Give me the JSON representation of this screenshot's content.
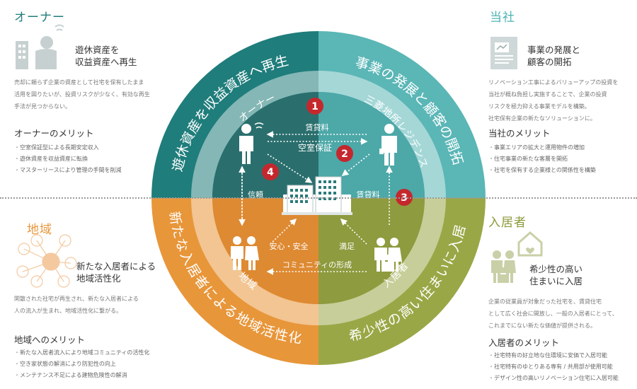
{
  "colors": {
    "owner": "#1f7d7b",
    "company": "#5bb6b6",
    "region": "#e8963a",
    "resident": "#9aa746",
    "badge": "#c4282d"
  },
  "owner": {
    "title": "オーナー",
    "heading_lines": [
      "遊休資産を",
      "収益資産へ再生"
    ],
    "desc_lines": [
      "売却に頼らず企業の資産として社宅を保有したまま",
      "活用を図りたいが、投資リスクが少なく、有効な再生",
      "手法が見つからない。"
    ],
    "merit_title": "オーナーのメリット",
    "merits": [
      "空室保証型による長期安定収入",
      "遊休資産を収益資産に転換",
      "マスターリースにより管理の手間を削減"
    ]
  },
  "company": {
    "title": "当社",
    "heading_lines": [
      "事業の発展と",
      "顧客の開拓"
    ],
    "desc_lines": [
      "リノベーション工事によるバリューアップの投資を",
      "当社が概ね負担し実施することで、企業の投資",
      "リスクを極力抑える事業モデルを構築。",
      "社宅保有企業の新たなソリューションに。"
    ],
    "merit_title": "当社のメリット",
    "merits": [
      "事業エリアの拡大と運用物件の増加",
      "住宅事業の新たな客層を開拓",
      "社宅を保有する企業様との関係性を構築"
    ]
  },
  "region": {
    "title": "地域",
    "heading_lines": [
      "新たな入居者による",
      "地域活性化"
    ],
    "desc_lines": [
      "閑散された社宅が再生され、新たな入居者による",
      "人の流入が生まれ、地域活性化に繋がる。"
    ],
    "merit_title": "地域へのメリット",
    "merits": [
      "新たな入居者流入により地域コミュニティの活性化",
      "空き家状態の解消により防犯性の向上",
      "メンテナンス不足による建物危険性の解消"
    ]
  },
  "resident": {
    "title": "入居者",
    "heading_lines": [
      "希少性の高い",
      "住まいに入居"
    ],
    "desc_lines": [
      "企業の従業員が対象だった社宅を、賃貸住宅",
      "として広く社会に開放し、一般の入居者にとって、",
      "これまでにない新たな価値が提供される。"
    ],
    "merit_title": "入居者のメリット",
    "merits": [
      "社宅特有の好立地な住環境に安価で入居可能",
      "社宅特有のゆとりある専有 / 共用部が使用可能",
      "デザイン性の高いリノベーション住宅に入居可能"
    ]
  },
  "diagram": {
    "outer_labels": {
      "top_left": "遊休資産を収益資産へ再生",
      "top_right": "事業の発展と顧客の開拓",
      "bottom_left": "新たな入居者による地域活性化",
      "bottom_right": "希少性の高い住まいに入居"
    },
    "inner_labels": {
      "owner": "オーナー",
      "company": "三菱地所レジデンス",
      "region": "地域",
      "resident": "入居者"
    },
    "flows": {
      "rent1": "賃貸料",
      "vacancy": "空室保証",
      "trust": "信頼",
      "rent2": "賃貸料",
      "safety": "安心・安全",
      "satisfaction": "満足",
      "community": "コミュニティの形成"
    },
    "badges": [
      "1",
      "2",
      "3",
      "4"
    ]
  }
}
